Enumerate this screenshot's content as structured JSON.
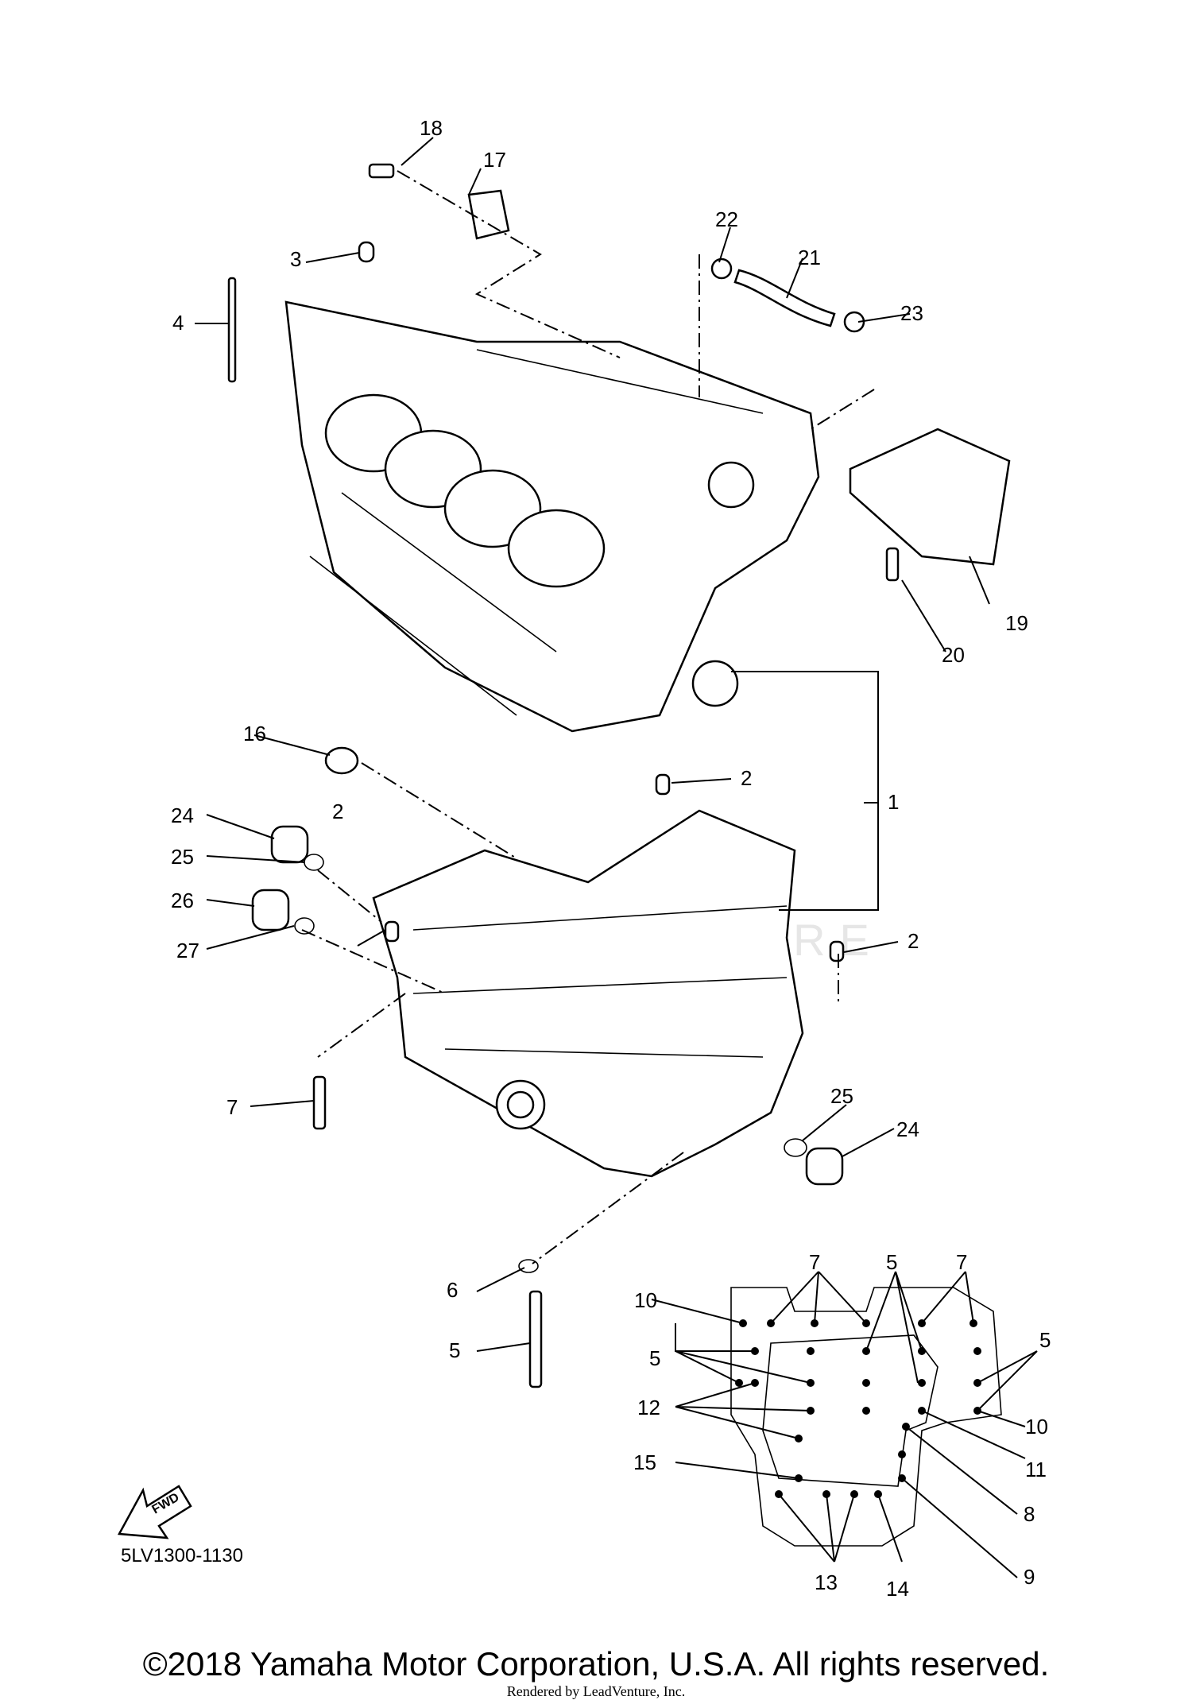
{
  "diagram": {
    "code": "5LV1300-1130",
    "fwd_label": "FWD",
    "watermark": "LEADVENTURE",
    "callouts": {
      "c1": "1",
      "c2a": "2",
      "c2b": "2",
      "c2c": "2",
      "c3": "3",
      "c4": "4",
      "c5a": "5",
      "c6": "6",
      "c7a": "7",
      "c16": "16",
      "c17": "17",
      "c18": "18",
      "c19": "19",
      "c20": "20",
      "c21": "21",
      "c22": "22",
      "c23": "23",
      "c24a": "24",
      "c24b": "24",
      "c25a": "25",
      "c25b": "25",
      "c26": "26",
      "c27": "27"
    },
    "torque_callouts": {
      "t7a": "7",
      "t7b": "7",
      "t5a": "5",
      "t5b": "5",
      "t5c": "5",
      "t10a": "10",
      "t10b": "10",
      "t11": "11",
      "t12": "12",
      "t15": "15",
      "t8": "8",
      "t9": "9",
      "t13": "13",
      "t14": "14"
    }
  },
  "footer": {
    "copyright": "©2018 Yamaha Motor Corporation, U.S.A. All rights reserved.",
    "rendered_by": "Rendered by LeadVenture, Inc."
  }
}
